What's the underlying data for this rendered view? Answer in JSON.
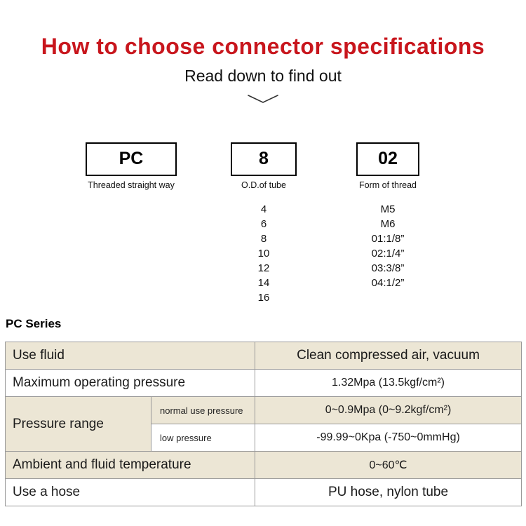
{
  "colors": {
    "accent_red": "#c8161d",
    "row_beige": "#ece6d5",
    "table_border": "#999999"
  },
  "header": {
    "title": "How to choose connector specifications",
    "subtitle": "Read down to find out"
  },
  "selector": {
    "boxes": [
      {
        "code": "PC",
        "label": "Threaded straight way",
        "options": []
      },
      {
        "code": "8",
        "label": "O.D.of tube",
        "options": [
          "4",
          "6",
          "8",
          "10",
          "12",
          "14",
          "16"
        ]
      },
      {
        "code": "02",
        "label": "Form of thread",
        "options": [
          "M5",
          "M6",
          "01:1/8”",
          "02:1/4”",
          "03:3/8”",
          "04:1/2”"
        ]
      }
    ]
  },
  "series": {
    "heading": "PC Series"
  },
  "spec_table": {
    "rows": [
      {
        "label": "Use fluid",
        "value": "Clean compressed air, vacuum"
      },
      {
        "label": "Maximum operating pressure",
        "value": "1.32Mpa (13.5kgf/cm²)"
      },
      {
        "label": "Pressure range",
        "sub": [
          {
            "label": "normal use pressure",
            "value": "0~0.9Mpa (0~9.2kgf/cm²)"
          },
          {
            "label": "low pressure",
            "value": "-99.99~0Kpa (-750~0mmHg)"
          }
        ]
      },
      {
        "label": "Ambient and fluid temperature",
        "value": "0~60℃"
      },
      {
        "label": "Use a hose",
        "value": "PU hose, nylon tube"
      }
    ]
  }
}
